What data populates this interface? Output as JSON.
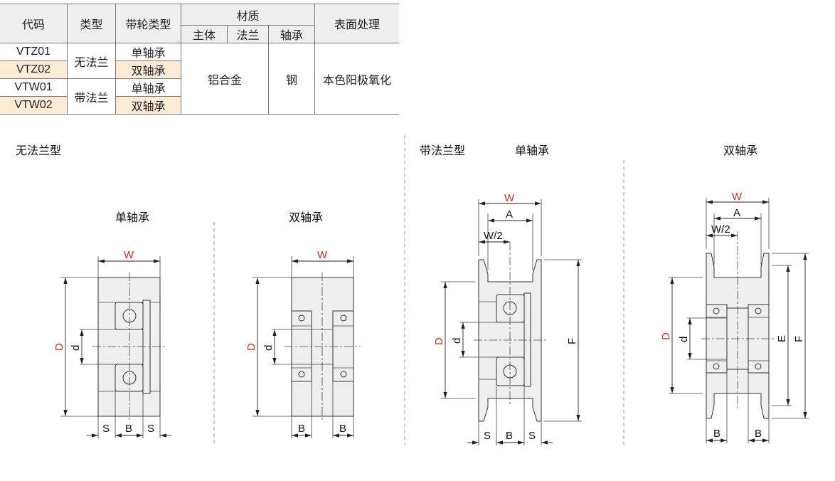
{
  "table": {
    "headers": {
      "code": "代码",
      "type": "类型",
      "pulley_type": "带轮类型",
      "material": "材质",
      "body": "主体",
      "flange": "法兰",
      "bearing": "轴承",
      "surface": "表面处理"
    },
    "rows": [
      {
        "code": "VTZ01",
        "type": "无法兰",
        "pulley_type": "单轴承"
      },
      {
        "code": "VTZ02",
        "pulley_type": "双轴承"
      },
      {
        "code": "VTW01",
        "type": "带法兰",
        "pulley_type": "单轴承"
      },
      {
        "code": "VTW02",
        "pulley_type": "双轴承"
      }
    ],
    "material_body": "铝合金",
    "material_bearing": "钢",
    "surface": "本色阳极氧化",
    "highlight_color": "#fdebd5"
  },
  "drawings": {
    "no_flange": {
      "title": "无法兰型",
      "single": "单轴承",
      "double": "双轴承"
    },
    "flange": {
      "title": "带法兰型",
      "single": "单轴承",
      "double": "双轴承"
    },
    "dims": {
      "W": "W",
      "D": "D",
      "d": "d",
      "S": "S",
      "B": "B",
      "A": "A",
      "W2": "W/2",
      "F": "F",
      "E": "E"
    },
    "accent_color": "#d62d20"
  }
}
